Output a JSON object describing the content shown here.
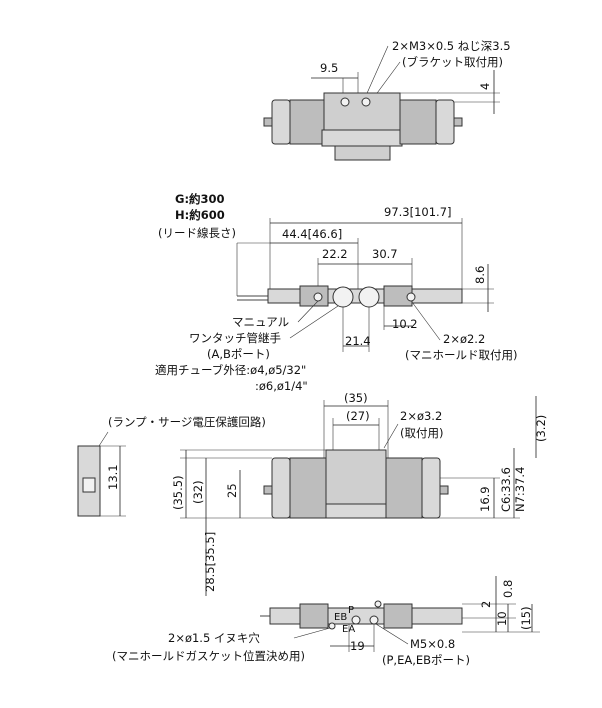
{
  "top_view": {
    "thread_note": "2×M3×0.5 ねじ深3.5",
    "bracket_note": "(ブラケット取付用)",
    "dim_9_5": "9.5",
    "dim_4": "4"
  },
  "front_view": {
    "lead_g": "G:約300",
    "lead_h": "H:約600",
    "lead_note": "(リード線長さ)",
    "dim_97_3": "97.3[101.7]",
    "dim_44_4": "44.4[46.6]",
    "dim_22_2": "22.2",
    "dim_30_7": "30.7",
    "dim_8_6": "8.6",
    "manual_label": "マニュアル",
    "dim_10_2": "10.2",
    "mount_holes": "2×ø2.2",
    "mount_note": "(マニホールド取付用)",
    "fitting_label": "ワンタッチ管継手",
    "fitting_ports": "(A,Bポート)",
    "tube_od_label": "適用チューブ外径:ø4,ø5/32\"",
    "tube_od_label2": ":ø6,ø1/4\"",
    "dim_21_4": "21.4"
  },
  "side_view": {
    "lamp_note": "(ランプ・サージ電圧保護回路)",
    "dim_13_1": "13.1",
    "dim_35": "(35)",
    "dim_27": "(27)",
    "holes_3_2": "2×ø3.2",
    "holes_note": "(取付用)",
    "dim_3_2": "(3.2)",
    "dim_35_5": "(35.5)",
    "dim_32": "(32)",
    "dim_25": "25",
    "dim_28_5": "28.5[35.5]",
    "dim_16_9": "16.9",
    "dim_c6": "C6:33.6",
    "dim_n7": "N7:37.4"
  },
  "bottom_view": {
    "dim_0_8": "0.8",
    "dim_2": "2",
    "dim_10": "10",
    "dim_15": "(15)",
    "gasket_holes": "2×ø1.5 イヌキ穴",
    "gasket_note": "(マニホールドガスケット位置決め用)",
    "port_p": "P",
    "port_eb": "EB",
    "port_ea": "EA",
    "dim_19": "19",
    "port_thread": "M5×0.8",
    "port_note": "(P,EA,EBポート)"
  }
}
